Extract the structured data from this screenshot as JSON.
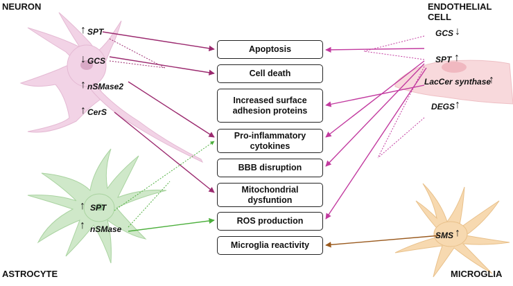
{
  "cells": {
    "neuron": "NEURON",
    "endothelial": "ENDOTHELIAL CELL",
    "astrocyte": "ASTROCYTE",
    "microglia": "MICROGLIA"
  },
  "outcomes": [
    {
      "id": "apoptosis",
      "label": "Apoptosis"
    },
    {
      "id": "cell-death",
      "label": "Cell death"
    },
    {
      "id": "adhesion",
      "label": "Increased surface adhesion proteins"
    },
    {
      "id": "proinflammatory",
      "label": "Pro-inflammatory cytokines"
    },
    {
      "id": "bbb",
      "label": "BBB disruption"
    },
    {
      "id": "mito",
      "label": "Mitochondrial dysfuntion"
    },
    {
      "id": "ros",
      "label": "ROS production"
    },
    {
      "id": "microglia-react",
      "label": "Microglia reactivity"
    }
  ],
  "neuron_enzymes": [
    {
      "name": "SPT",
      "direction": "up"
    },
    {
      "name": "GCS",
      "direction": "down"
    },
    {
      "name": "nSMase2",
      "direction": "up"
    },
    {
      "name": "CerS",
      "direction": "up"
    }
  ],
  "endothelial_enzymes": [
    {
      "name": "GCS",
      "direction": "down"
    },
    {
      "name": "SPT",
      "direction": "up"
    },
    {
      "name": "LacCer synthase",
      "direction": "up"
    },
    {
      "name": "DEGS",
      "direction": "up"
    }
  ],
  "astrocyte_enzymes": [
    {
      "name": "SPT",
      "direction": "up"
    },
    {
      "name": "nSMase",
      "direction": "up"
    }
  ],
  "microglia_enzymes": [
    {
      "name": "SMS",
      "direction": "up"
    }
  ],
  "colors": {
    "neuron_cell": "#f2d3e6",
    "neuron_arrow": "#9b2a6f",
    "endothelial_cell": "#f8d9dc",
    "endothelial_arrow": "#c23a9f",
    "astrocyte_cell": "#cfe8c9",
    "astrocyte_arrow": "#4caf3c",
    "microglia_cell": "#f7d9b0",
    "microglia_arrow": "#9a5a1e"
  }
}
